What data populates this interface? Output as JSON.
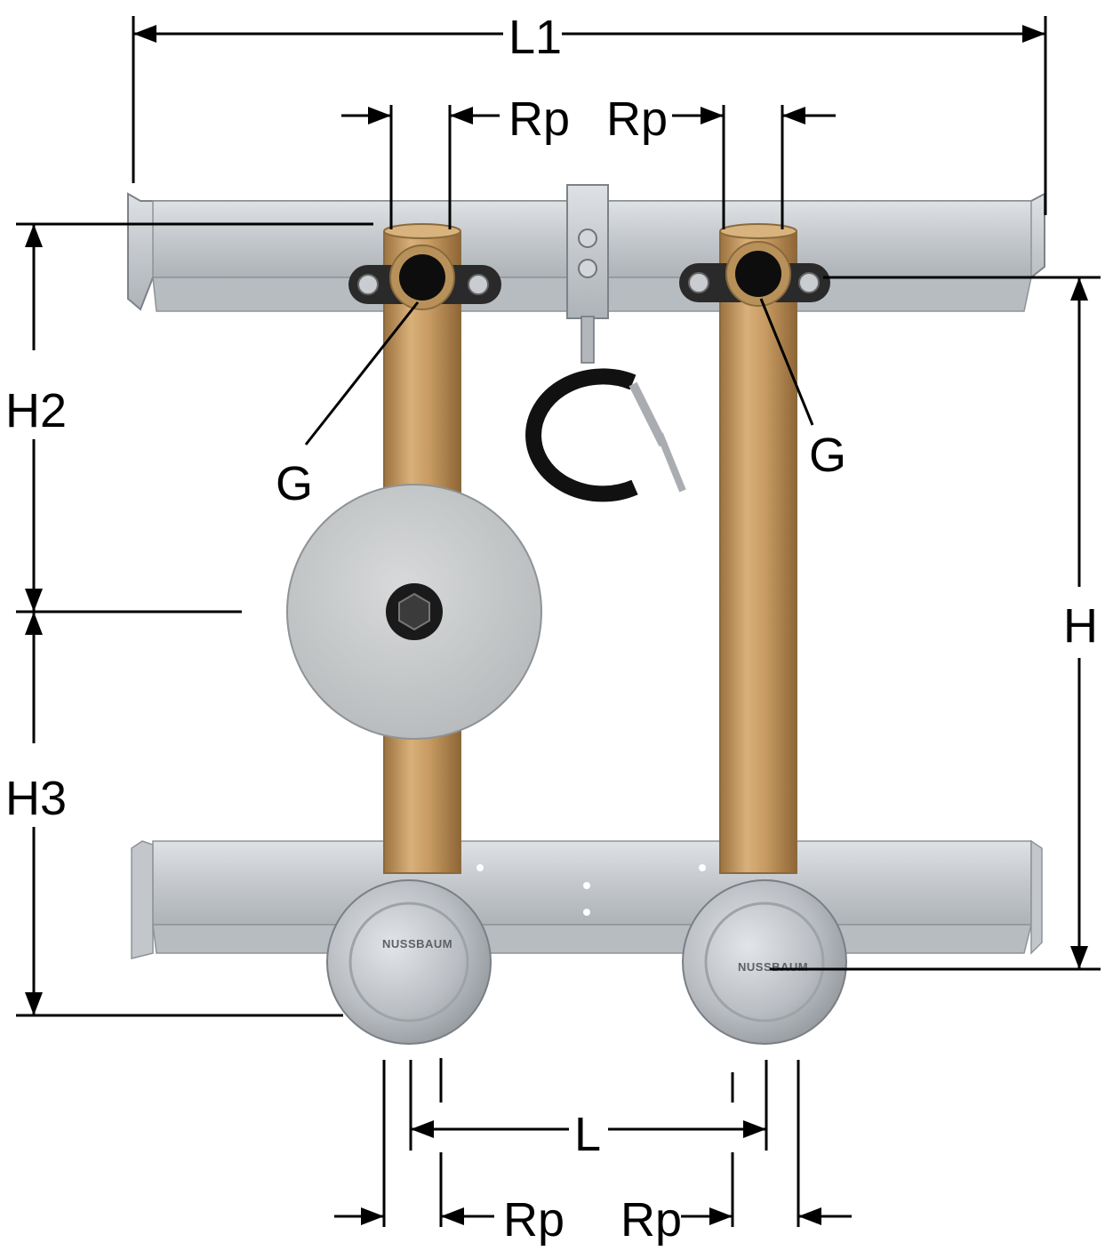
{
  "labels": {
    "L1": "L1",
    "L": "L",
    "H": "H",
    "H2": "H2",
    "H3": "H3",
    "G_left": "G",
    "G_right": "G",
    "Rp_top_left": "Rp",
    "Rp_top_right": "Rp",
    "Rp_bottom_left": "Rp",
    "Rp_bottom_right": "Rp"
  },
  "brand_marking": "NUSSBAUM",
  "colors": {
    "steel": "#c9cdd1",
    "brass": "#c79a5f",
    "insulation": "#c8cacb",
    "cap": "#b8bcc1",
    "line": "#000000"
  }
}
